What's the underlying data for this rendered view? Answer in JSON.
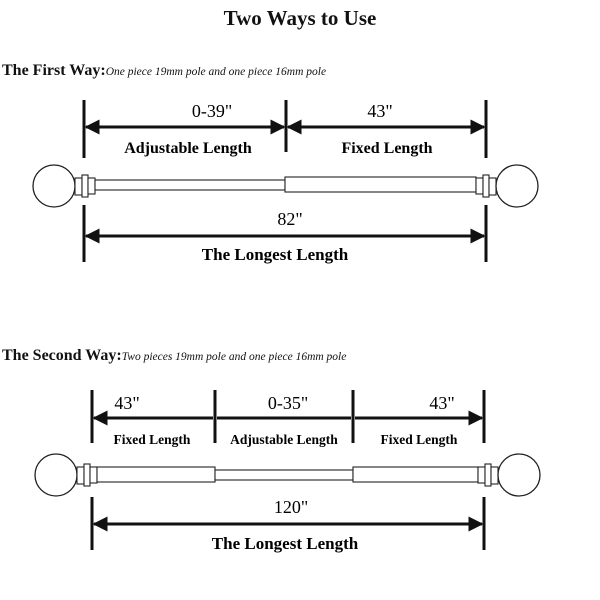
{
  "title": "Two Ways to Use",
  "first_way": {
    "heading": "The First Way:",
    "subheading": "One piece 19mm pole and one piece 16mm pole",
    "segments": [
      {
        "value": "0-39\"",
        "label": "Adjustable Length"
      },
      {
        "value": "43\"",
        "label": "Fixed Length"
      }
    ],
    "total": {
      "value": "82\"",
      "label": "The Longest Length"
    }
  },
  "second_way": {
    "heading": "The Second Way:",
    "subheading": "Two pieces 19mm pole and one piece 16mm pole",
    "segments": [
      {
        "value": "43\"",
        "label": "Fixed Length"
      },
      {
        "value": "0-35\"",
        "label": "Adjustable Length"
      },
      {
        "value": "43\"",
        "label": "Fixed Length"
      }
    ],
    "total": {
      "value": "120\"",
      "label": "The Longest Length"
    }
  }
}
